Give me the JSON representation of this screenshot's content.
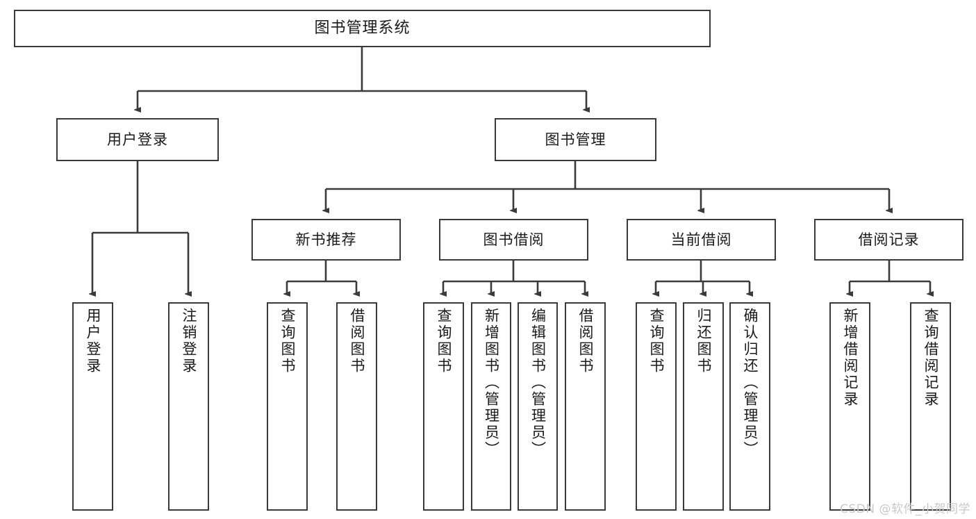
{
  "diagram": {
    "title": "图书管理系统",
    "type": "tree-hierarchy",
    "style": {
      "box_border_color": "#3a3a3a",
      "box_fill_color": "#ffffff",
      "edge_color": "#3a3a3a",
      "text_color": "#1a1a1a",
      "watermark_color": "#c9c9c9",
      "background": "#ffffff"
    },
    "watermark": "CSDN @软件_小贺同学",
    "nodes": {
      "root": {
        "label": "图书管理系统",
        "level": 1
      },
      "level2": [
        {
          "id": "user-login",
          "label": "用户登录"
        },
        {
          "id": "book-manage",
          "label": "图书管理"
        }
      ],
      "level3": [
        {
          "id": "new-book-rec",
          "label": "新书推荐"
        },
        {
          "id": "book-borrow",
          "label": "图书借阅"
        },
        {
          "id": "current-borrow",
          "label": "当前借阅"
        },
        {
          "id": "borrow-record",
          "label": "借阅记录"
        }
      ],
      "leaves": [
        {
          "id": "leaf-user-login",
          "label": "用户登录",
          "parent": "user-login"
        },
        {
          "id": "leaf-logout",
          "label": "注销登录",
          "parent": "user-login"
        },
        {
          "id": "leaf-query-book-1",
          "label": "查询图书",
          "parent": "new-book-rec"
        },
        {
          "id": "leaf-borrow-book-1",
          "label": "借阅图书",
          "parent": "new-book-rec"
        },
        {
          "id": "leaf-query-book-2",
          "label": "查询图书",
          "parent": "book-borrow"
        },
        {
          "id": "leaf-add-book",
          "label": "新增图书（管理员）",
          "parent": "book-borrow"
        },
        {
          "id": "leaf-edit-book",
          "label": "编辑图书（管理员）",
          "parent": "book-borrow"
        },
        {
          "id": "leaf-borrow-book-2",
          "label": "借阅图书",
          "parent": "book-borrow"
        },
        {
          "id": "leaf-query-book-3",
          "label": "查询图书",
          "parent": "current-borrow"
        },
        {
          "id": "leaf-return-book",
          "label": "归还图书",
          "parent": "current-borrow"
        },
        {
          "id": "leaf-confirm-return",
          "label": "确认归还（管理员）",
          "parent": "current-borrow"
        },
        {
          "id": "leaf-add-record",
          "label": "新增借阅记录",
          "parent": "borrow-record"
        },
        {
          "id": "leaf-query-record",
          "label": "查询借阅记录",
          "parent": "borrow-record"
        }
      ]
    }
  }
}
